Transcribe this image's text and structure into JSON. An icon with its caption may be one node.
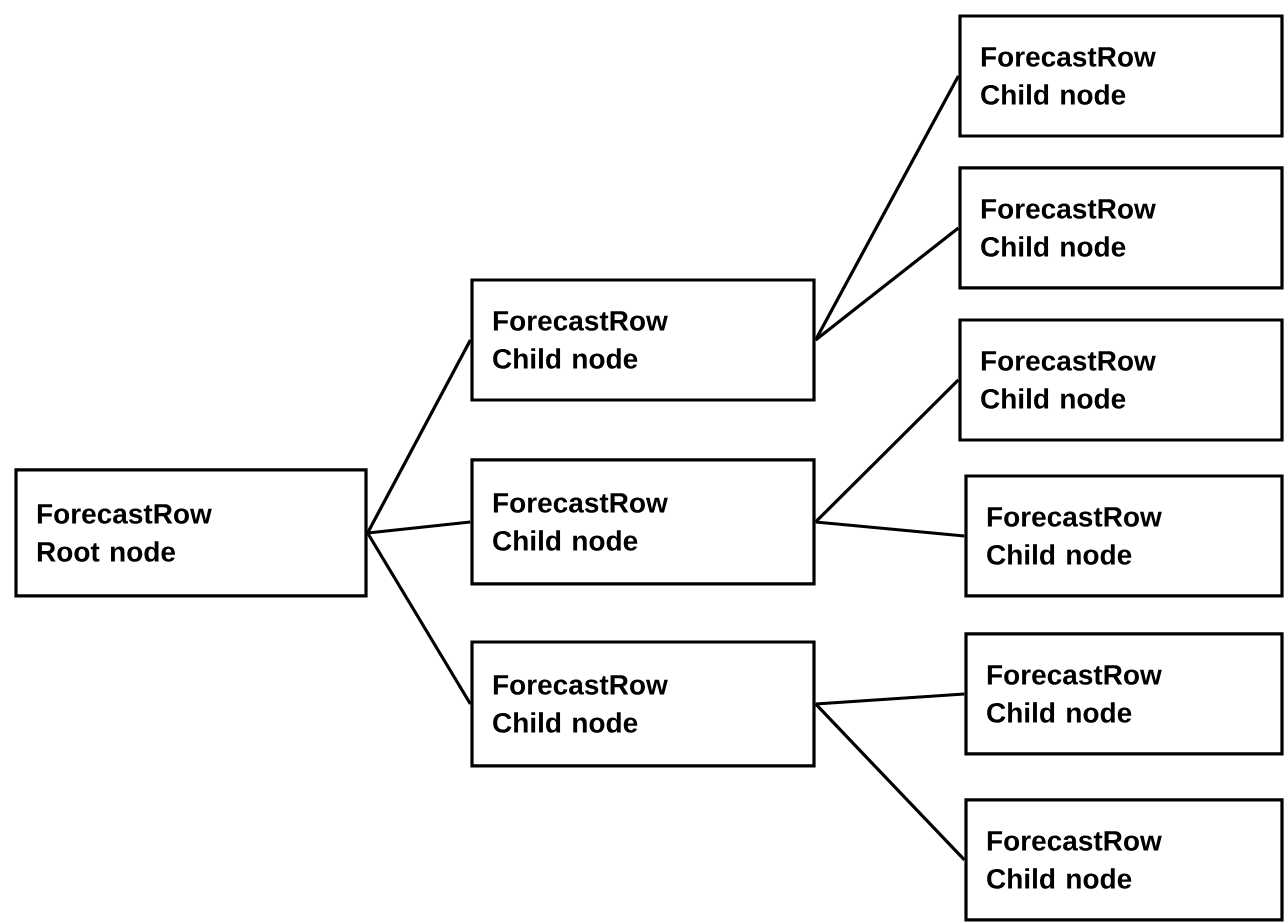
{
  "diagram": {
    "nodes": [
      {
        "text": [
          "ForecastRow",
          "Root node"
        ]
      },
      {
        "text": [
          "ForecastRow",
          "Child node"
        ]
      },
      {
        "text": [
          "ForecastRow",
          "Child node"
        ]
      },
      {
        "text": [
          "ForecastRow",
          "Child node"
        ]
      },
      {
        "text": [
          "ForecastRow",
          "Child node"
        ]
      },
      {
        "text": [
          "ForecastRow",
          "Child node"
        ]
      },
      {
        "text": [
          "ForecastRow",
          "Child node"
        ]
      },
      {
        "text": [
          "ForecastRow",
          "Child node"
        ]
      },
      {
        "text": [
          "ForecastRow",
          "Child node"
        ]
      },
      {
        "text": [
          "ForecastRow",
          "Child node"
        ]
      }
    ],
    "edges": [
      {
        "from": 0,
        "to": 1,
        "arrow": "none"
      },
      {
        "from": 0,
        "to": 2,
        "arrow": "none"
      },
      {
        "from": 0,
        "to": 3,
        "arrow": "none"
      },
      {
        "from": 1,
        "to": 4,
        "arrow": "none"
      },
      {
        "from": 1,
        "to": 5,
        "arrow": "none"
      },
      {
        "from": 2,
        "to": 6,
        "arrow": "none"
      },
      {
        "from": 2,
        "to": 7,
        "arrow": "none"
      },
      {
        "from": 3,
        "to": 8,
        "arrow": "none"
      },
      {
        "from": 3,
        "to": 9,
        "arrow": "none"
      }
    ]
  }
}
